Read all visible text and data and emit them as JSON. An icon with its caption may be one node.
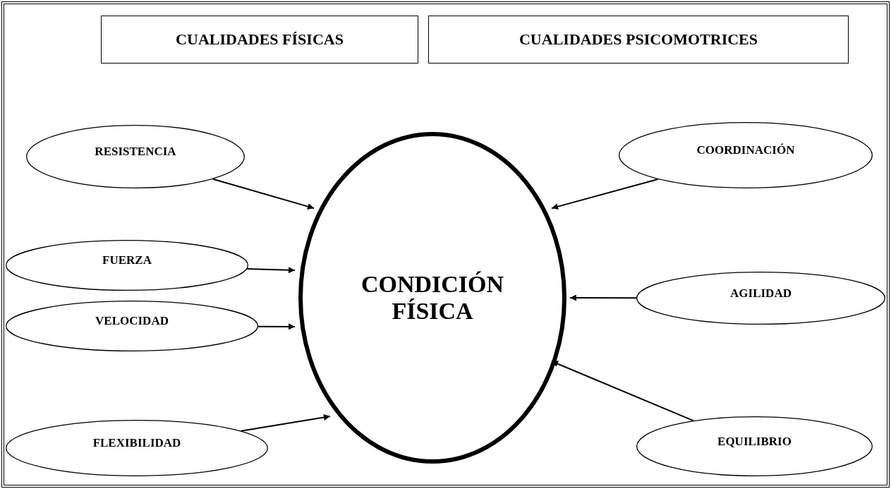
{
  "diagram": {
    "nodes": [
      {
        "text": [
          "CUALIDADES FÍSICAS"
        ]
      },
      {
        "text": [
          "CUALIDADES PSICOMOTRICES"
        ]
      },
      {
        "text": [
          "RESISTENCIA"
        ]
      },
      {
        "text": [
          "FUERZA"
        ]
      },
      {
        "text": [
          "VELOCIDAD"
        ]
      },
      {
        "text": [
          "FLEXIBILIDAD"
        ]
      },
      {
        "text": [
          "CONDICIÓN FÍSICA"
        ]
      },
      {
        "text": [
          "COORDINACIÓN"
        ]
      },
      {
        "text": [
          "AGILIDAD"
        ]
      },
      {
        "text": [
          "EQUILIBRIO"
        ]
      }
    ],
    "edges": [
      {
        "from": 2,
        "to": 6,
        "arrow": "to"
      },
      {
        "from": 3,
        "to": 6,
        "arrow": "to"
      },
      {
        "from": 4,
        "to": 6,
        "arrow": "to"
      },
      {
        "from": 5,
        "to": 6,
        "arrow": "to"
      },
      {
        "from": 7,
        "to": 6,
        "arrow": "to"
      },
      {
        "from": 8,
        "to": 6,
        "arrow": "to"
      },
      {
        "from": 9,
        "to": 6,
        "arrow": "to"
      }
    ]
  }
}
